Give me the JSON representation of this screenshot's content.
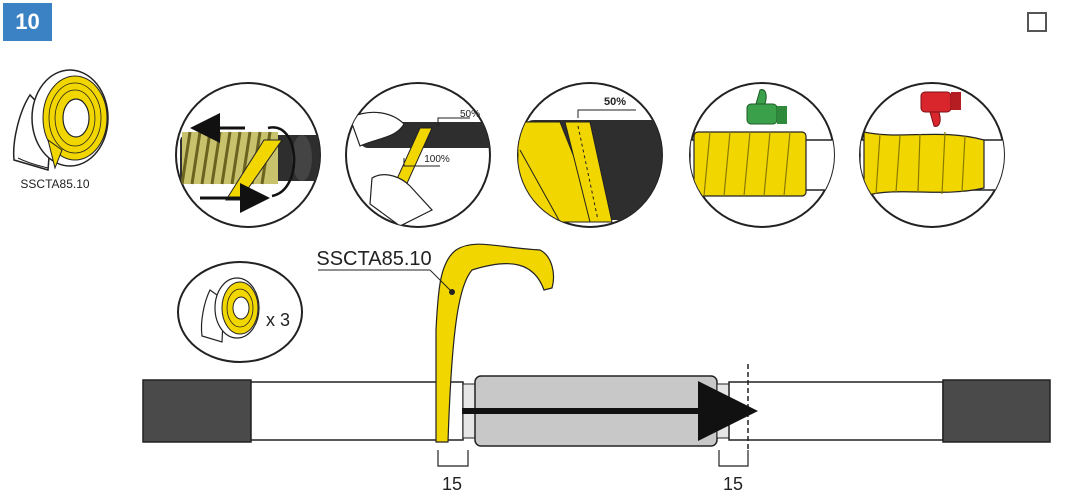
{
  "step_number": "10",
  "product_code": "SSCTA85.10",
  "callout_label": "SSCTA85.10",
  "quantity_label": "x 3",
  "overlap_labels": {
    "top": "50%",
    "bottom": "100%",
    "third": "50%"
  },
  "dimension_left": "15",
  "dimension_right": "15",
  "colors": {
    "badge": "#3b82c4",
    "tape": "#f2d600",
    "thumb_up": "#3aa14a",
    "thumb_down": "#d8262c",
    "cable": "#4a4a4a"
  },
  "icons": [
    "tape-roll-icon",
    "thumbs-up-icon",
    "thumbs-down-icon",
    "checkbox-icon"
  ]
}
